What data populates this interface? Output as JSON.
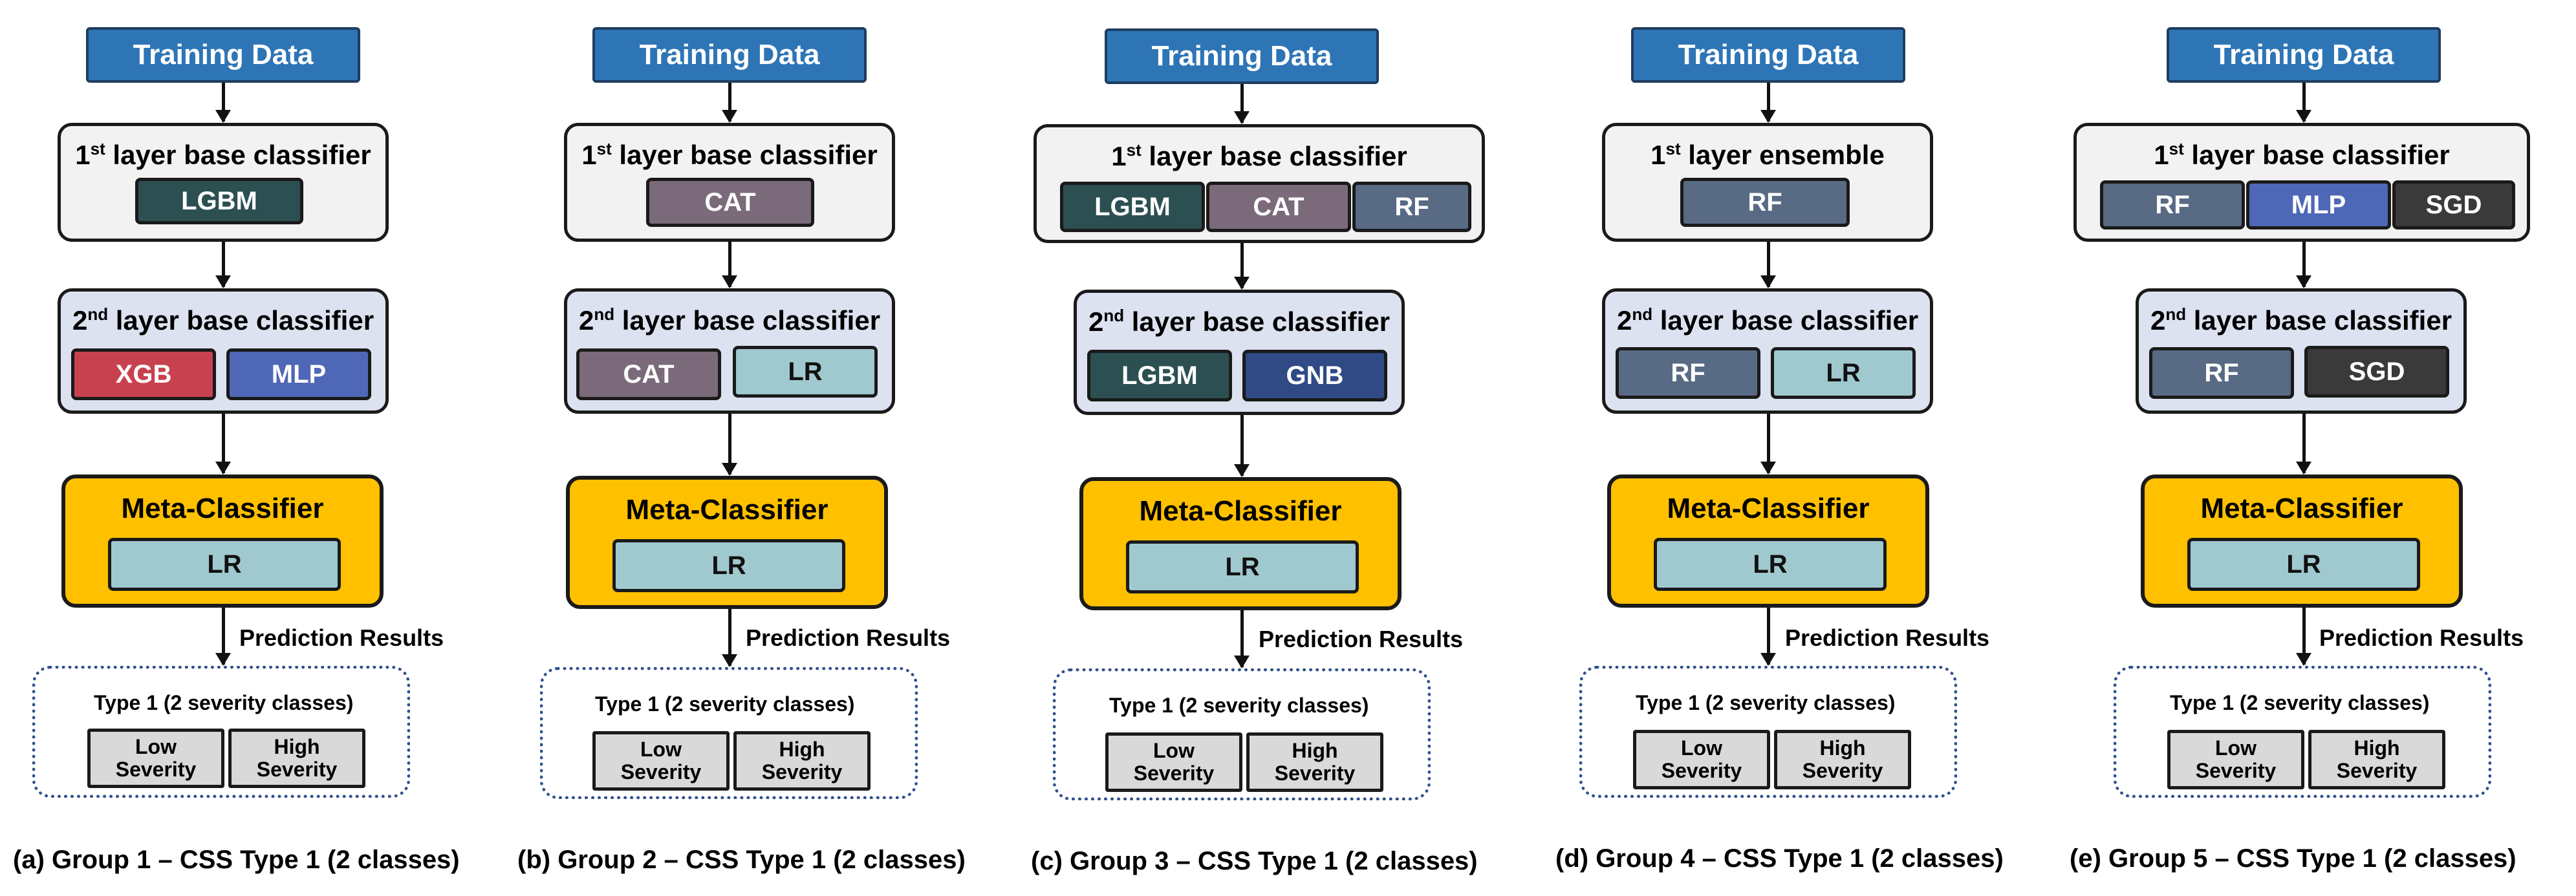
{
  "colors": {
    "training": "#2e75b6",
    "meta": "#ffc000",
    "layer1_bg": "#f2f2f2",
    "layer2_bg": "#dde2f1",
    "LGBM": "#2c4f52",
    "CAT": "#7b6b7a",
    "RF": "#586a84",
    "XGB": "#c8414f",
    "MLP": "#4f67b7",
    "LR": "#a0c9cf",
    "GNB": "#2f4a85",
    "SGD": "#3a3a3a"
  },
  "panels": [
    {
      "training": "Training Data",
      "layer1_title": {
        "num": "1",
        "sup": "st",
        "text": " layer base classifier"
      },
      "layer1": [
        "LGBM"
      ],
      "layer2_title": {
        "num": "2",
        "sup": "nd",
        "text": " layer base classifier"
      },
      "layer2": [
        "XGB",
        "MLP"
      ],
      "meta_title": "Meta-Classifier",
      "meta": "LR",
      "prediction": "Prediction Results",
      "type_title": "Type 1 (2 severity classes)",
      "low": [
        "Low",
        "Severity"
      ],
      "high": [
        "High",
        "Severity"
      ],
      "caption": "(a) Group 1 – CSS Type 1 (2 classes)"
    },
    {
      "training": "Training Data",
      "layer1_title": {
        "num": "1",
        "sup": "st",
        "text": " layer base classifier"
      },
      "layer1": [
        "CAT"
      ],
      "layer2_title": {
        "num": "2",
        "sup": "nd",
        "text": " layer base classifier"
      },
      "layer2": [
        "CAT",
        "LR"
      ],
      "meta_title": "Meta-Classifier",
      "meta": "LR",
      "prediction": "Prediction Results",
      "type_title": "Type 1 (2 severity classes)",
      "low": [
        "Low",
        "Severity"
      ],
      "high": [
        "High",
        "Severity"
      ],
      "caption": "(b) Group 2 – CSS Type 1 (2 classes)"
    },
    {
      "training": "Training Data",
      "layer1_title": {
        "num": "1",
        "sup": "st",
        "text": " layer base classifier"
      },
      "layer1": [
        "LGBM",
        "CAT",
        "RF"
      ],
      "layer2_title": {
        "num": "2",
        "sup": "nd",
        "text": " layer base classifier"
      },
      "layer2": [
        "LGBM",
        "GNB"
      ],
      "meta_title": "Meta-Classifier",
      "meta": "LR",
      "prediction": "Prediction Results",
      "type_title": "Type 1 (2 severity classes)",
      "low": [
        "Low",
        "Severity"
      ],
      "high": [
        "High",
        "Severity"
      ],
      "caption": "(c) Group 3 – CSS Type 1 (2 classes)"
    },
    {
      "training": "Training Data",
      "layer1_title": {
        "num": "1",
        "sup": "st",
        "text": " layer ensemble"
      },
      "layer1": [
        "RF"
      ],
      "layer2_title": {
        "num": "2",
        "sup": "nd",
        "text": " layer base classifier"
      },
      "layer2": [
        "RF",
        "LR"
      ],
      "meta_title": "Meta-Classifier",
      "meta": "LR",
      "prediction": "Prediction Results",
      "type_title": "Type 1 (2 severity classes)",
      "low": [
        "Low",
        "Severity"
      ],
      "high": [
        "High",
        "Severity"
      ],
      "caption": "(d) Group 4 – CSS Type 1 (2 classes)"
    },
    {
      "training": "Training Data",
      "layer1_title": {
        "num": "1",
        "sup": "st",
        "text": " layer base classifier"
      },
      "layer1": [
        "RF",
        "MLP",
        "SGD"
      ],
      "layer2_title": {
        "num": "2",
        "sup": "nd",
        "text": " layer base classifier"
      },
      "layer2": [
        "RF",
        "SGD"
      ],
      "meta_title": "Meta-Classifier",
      "meta": "LR",
      "prediction": "Prediction Results",
      "type_title": "Type 1 (2 severity classes)",
      "low": [
        "Low",
        "Severity"
      ],
      "high": [
        "High",
        "Severity"
      ],
      "caption": "(e) Group 5 – CSS Type 1 (2 classes)"
    }
  ]
}
